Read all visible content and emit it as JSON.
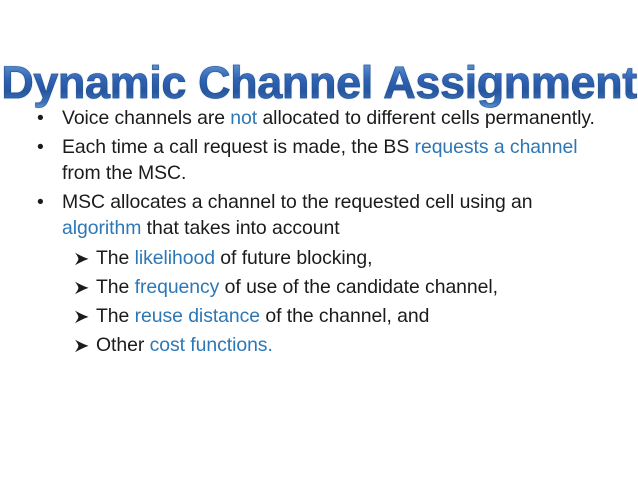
{
  "slide": {
    "title": "Dynamic Channel Assignment",
    "title_gradient_top": "#9fc3e8",
    "title_gradient_mid": "#2f62b4",
    "title_gradient_bottom": "#86aedd",
    "background_color": "#ffffff",
    "body_text_color": "#1b1b1b",
    "highlight_color": "#2e77b5",
    "bullet_glyph": "•",
    "sub_bullet_glyph": "➢",
    "bullets": [
      {
        "marker": "•",
        "parts": [
          {
            "text": "Voice channels are ",
            "highlight": false
          },
          {
            "text": "not",
            "highlight": true
          },
          {
            "text": " allocated to different cells permanently.",
            "highlight": false
          }
        ]
      },
      {
        "marker": "•",
        "parts": [
          {
            "text": "Each time a call request is made, the BS ",
            "highlight": false
          },
          {
            "text": "requests a channel",
            "highlight": true
          },
          {
            "text": " from the MSC.",
            "highlight": false
          }
        ]
      },
      {
        "marker": "•",
        "parts": [
          {
            "text": "MSC allocates a channel to the requested cell using an ",
            "highlight": false
          },
          {
            "text": "algorithm",
            "highlight": true
          },
          {
            "text": " that takes into account",
            "highlight": false
          }
        ]
      }
    ],
    "sub_bullets": [
      {
        "marker": "➢",
        "parts": [
          {
            "text": "The ",
            "highlight": false
          },
          {
            "text": "likelihood",
            "highlight": true
          },
          {
            "text": " of future blocking,",
            "highlight": false
          }
        ]
      },
      {
        "marker": "➢",
        "parts": [
          {
            "text": "The ",
            "highlight": false
          },
          {
            "text": "frequency",
            "highlight": true
          },
          {
            "text": " of use of the candidate channel,",
            "highlight": false
          }
        ]
      },
      {
        "marker": "➢",
        "parts": [
          {
            "text": "The ",
            "highlight": false
          },
          {
            "text": "reuse distance",
            "highlight": true
          },
          {
            "text": " of the channel, and",
            "highlight": false
          }
        ]
      },
      {
        "marker": "➢",
        "parts": [
          {
            "text": "Other ",
            "highlight": false
          },
          {
            "text": "cost functions.",
            "highlight": true
          }
        ]
      }
    ]
  }
}
